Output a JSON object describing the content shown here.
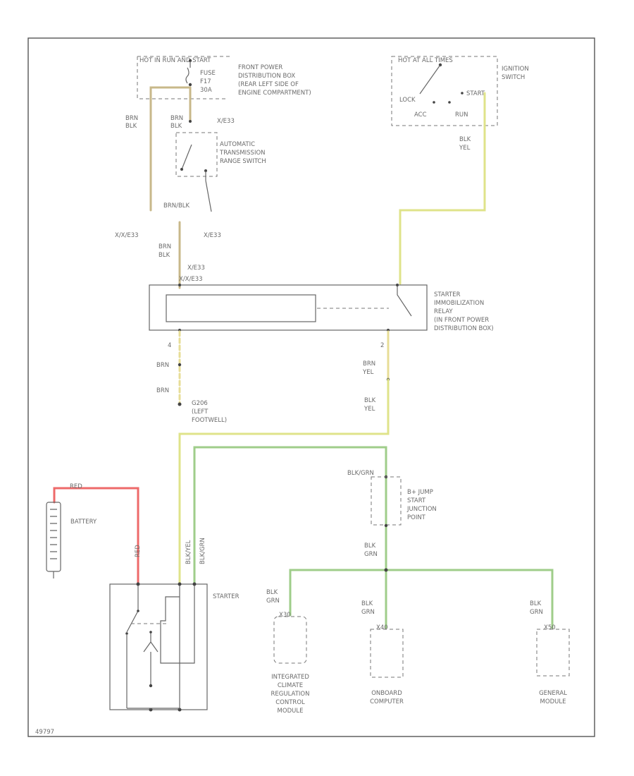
{
  "colors": {
    "brn": "#c8b88a",
    "brn_blk": "#b0a270",
    "blk_yel": "#dfe38a",
    "blk_grn": "#9fcd8a",
    "red": "#ee6a6a",
    "brn_yel": "#e7dd97"
  },
  "labels": {
    "hot_run_start": "HOT IN RUN AND START",
    "fuse": "FUSE",
    "f17": "F17",
    "amp": "30A",
    "front_power_box": [
      "FRONT POWER",
      "DISTRIBUTION BOX",
      "(REAR LEFT SIDE OF",
      "ENGINE COMPARTMENT)"
    ],
    "hot_at_all_times": "HOT AT ALL TIMES",
    "ignition_switch": [
      "IGNITION",
      "SWITCH"
    ],
    "lock": "LOCK",
    "start": "START",
    "acc": "ACC",
    "run": "RUN",
    "brn_blk_left": [
      "BRN",
      "BLK"
    ],
    "brn_blk_right": [
      "BRN",
      "BLK"
    ],
    "x_e33_a": "X/E33",
    "auto_trans": [
      "AUTOMATIC",
      "TRANSMISSION",
      "RANGE SWITCH"
    ],
    "brn_blk_inline": "BRN/BLK",
    "blk_yel_top": [
      "BLK",
      "YEL"
    ],
    "x_e33_b": "X/X/E33",
    "x_e33_c": "X/E33",
    "brn_blk_mid": [
      "BRN",
      "BLK"
    ],
    "x_e33_d": "X/E33",
    "x_e33_e": "X/X/E33",
    "starter_relay": [
      "STARTER",
      "IMMOBILIZATION",
      "RELAY",
      "(IN FRONT POWER",
      "DISTRIBUTION BOX)"
    ],
    "pin_left": "4",
    "pin_right": "2",
    "brn_a": "BRN",
    "brn_b": "BRN",
    "brn_yel": [
      "BRN",
      "YEL"
    ],
    "blk_yel_mid": [
      "BLK",
      "YEL"
    ],
    "ground": [
      "G206",
      "(LEFT",
      "FOOTWELL)"
    ],
    "red_top": "RED",
    "battery": "BATTERY",
    "red_vertical": "RED",
    "blk_yel_v": "BLK/YEL",
    "blk_grn_v": "BLK/GRN",
    "starter": "STARTER",
    "blk_grn_top": "BLK/GRN",
    "jump_start": [
      "B+ JUMP",
      "START",
      "JUNCTION",
      "POINT"
    ],
    "blk_grn_mid": [
      "BLK",
      "GRN"
    ],
    "blk_grn_left": [
      "BLK",
      "GRN"
    ],
    "blk_grn_center": [
      "BLK",
      "GRN"
    ],
    "blk_grn_right": [
      "BLK",
      "GRN"
    ],
    "x30": "X30",
    "x40": "X40",
    "x50": "X50",
    "climate_module": [
      "INTEGRATED",
      "CLIMATE",
      "REGULATION",
      "CONTROL",
      "MODULE"
    ],
    "onboard_computer": [
      "ONBOARD",
      "COMPUTER"
    ],
    "general_module": [
      "GENERAL",
      "MODULE"
    ],
    "footer_code": "49797"
  }
}
